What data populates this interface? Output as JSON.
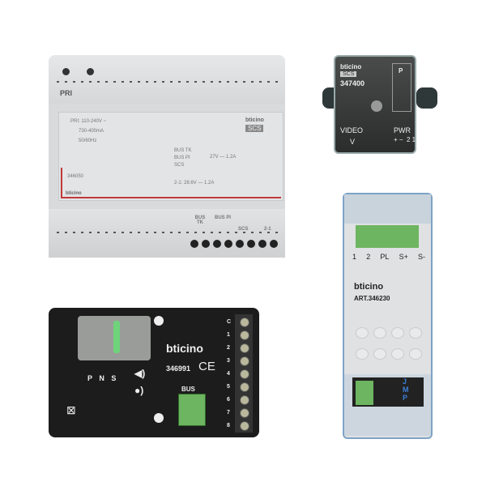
{
  "power_supply": {
    "label_pri": "PRI",
    "spec_lines": [
      "PRI: 110-240V ~",
      "730-400mA",
      "50/60Hz"
    ],
    "brand": "bticino",
    "series": "SCS",
    "bus_lines": [
      "BUS TK",
      "BUS PI",
      "SCS"
    ],
    "bus_rating": "27V — 1.2A",
    "aux_rating": "2-1: 28.6V — 1.2A",
    "model": "346050",
    "terminal_labels": [
      "BUS TK",
      "BUS PI",
      "SCS",
      "2-1"
    ]
  },
  "video_node": {
    "brand": "bticino",
    "series": "SCS",
    "model": "347400",
    "left_label": "VIDEO",
    "left_sub": "V",
    "right_label": "PWR",
    "right_sub": "+ −  2 1",
    "jumper": "P"
  },
  "interface": {
    "brand": "bticino",
    "model": "346991",
    "ce": "CE",
    "pns": "P N S",
    "bus": "BUS",
    "terminals": [
      "C",
      "1",
      "2",
      "3",
      "4",
      "5",
      "6",
      "7",
      "8"
    ]
  },
  "din_module": {
    "terminals": [
      "1",
      "2",
      "PL",
      "S+",
      "S-"
    ],
    "brand": "bticino",
    "model": "ART.346230",
    "jumpers": [
      "J",
      "M",
      "P"
    ]
  }
}
